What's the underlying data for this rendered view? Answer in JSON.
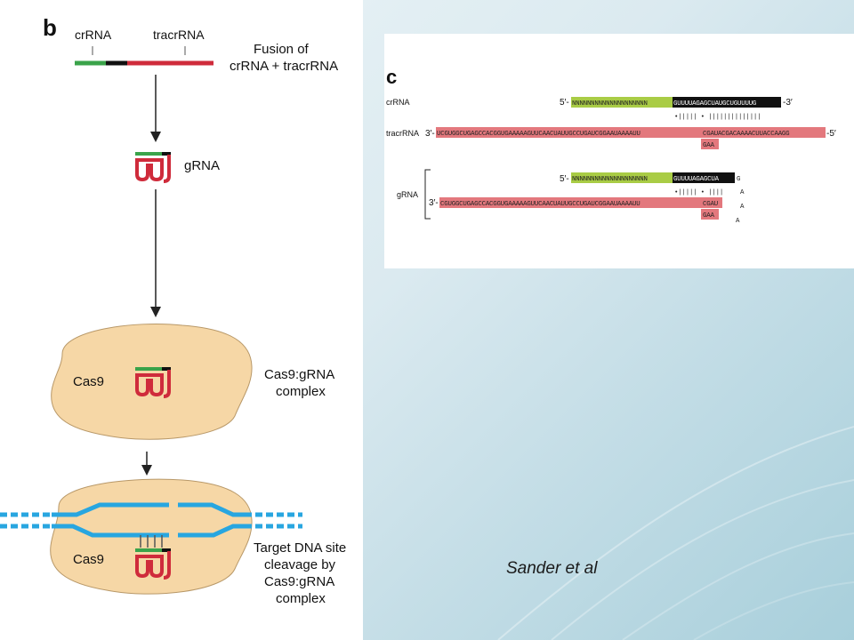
{
  "panel_b": {
    "letter": "b",
    "crrna_label": "crRNA",
    "tracrrna_label": "tracrRNA",
    "fusion_label_line1": "Fusion of",
    "fusion_label_line2": "crRNA + tracrRNA",
    "grna_label": "gRNA",
    "cas9_label_1": "Cas9",
    "complex_label_line1": "Cas9:gRNA",
    "complex_label_line2": "complex",
    "cas9_label_2": "Cas9",
    "target_label_line1": "Target DNA site",
    "target_label_line2": "cleavage by",
    "target_label_line3": "Cas9:gRNA",
    "target_label_line4": "complex"
  },
  "panel_c": {
    "letter": "c",
    "crrna_label": "crRNA",
    "tracrrna_label": "tracrRNA",
    "grna_label": "gRNA",
    "five_prime": "5′-",
    "three_prime_end": "-3′",
    "three_prime_start": "3′-",
    "five_prime_end": "-5′",
    "crrna_spacer": "NNNNNNNNNNNNNNNNNNNN",
    "crrna_repeat": "GUUUUAGAGCUAUGCUGUUUUG",
    "pairing_marks_1": "•||||| • ||||||||||||||",
    "tracrrna_seq_left": "UCGUGGCUGAGCCACGGUGAAAAAGUUCAACUAUUGCCUGAUCGGAAUAAAAUU",
    "tracrrna_seq_right": "CGAUACGACAAAACUUACCAAGG",
    "tracrrna_bulge": "GAA",
    "grna_spacer": "NNNNNNNNNNNNNNNNNNNN",
    "grna_repeat": "GUUUUAGAGCUA",
    "pairing_marks_2": "•||||| • ||||",
    "grna_seq_left": "CGUGGCUGAGCCACGGUGAAAAAGUUCAACUAUUGCCUGAUCGGAAUAAAAUU",
    "grna_seq_right": "CGAU",
    "grna_bulge": "GAA",
    "loop_g": "G",
    "loop_a1": "A",
    "loop_a2": "A",
    "loop_a3": "A"
  },
  "citation": "Sander et al",
  "colors": {
    "green": "#3aa34a",
    "red": "#cf2b3b",
    "black": "#111111",
    "blue": "#28a6e0",
    "cas9_fill": "#f6d7a6",
    "seq_red": "#e3787d",
    "seq_green": "#a9cc45",
    "background_teal": "#a8cfdb"
  },
  "icons": [
    "arrow-down-icon",
    "cas9-protein-shape",
    "grna-hairpin-icon",
    "dna-duplex-icon"
  ]
}
